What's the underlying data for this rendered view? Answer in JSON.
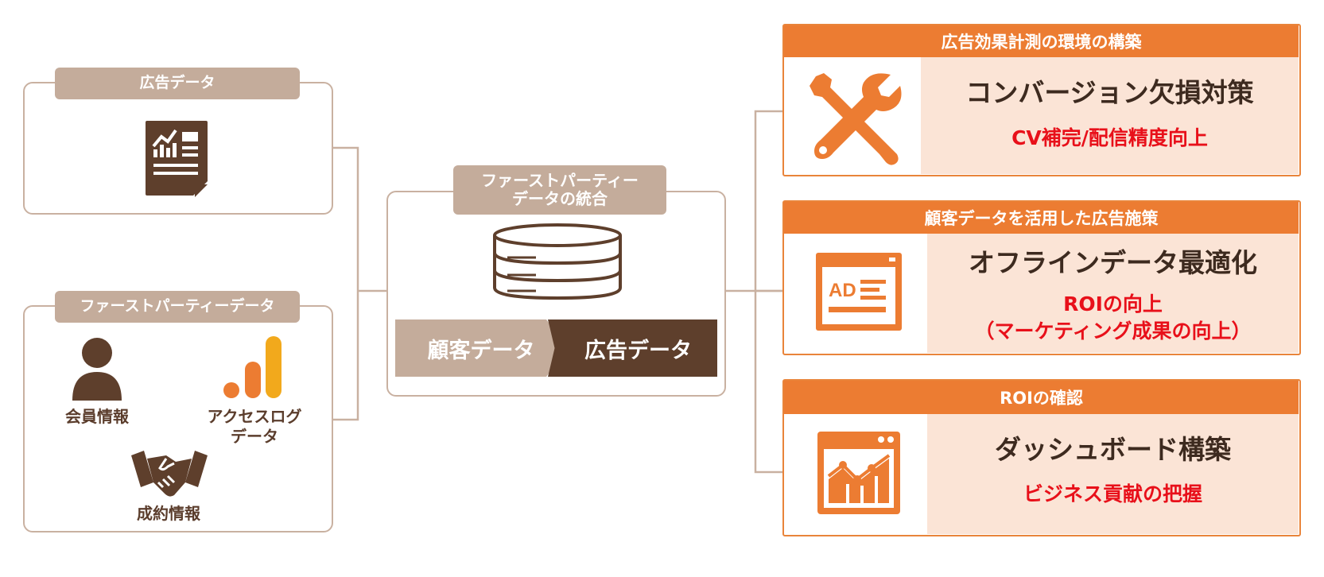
{
  "sources": {
    "ad_data": {
      "label": "広告データ",
      "icon": "report-document-icon"
    },
    "first_party": {
      "label": "ファーストパーティーデータ",
      "member": {
        "label": "会員情報",
        "icon": "person-icon"
      },
      "access_log": {
        "label_line1": "アクセスログ",
        "label_line2": "データ",
        "icon": "bar-chart-icon"
      },
      "contract": {
        "label": "成約情報",
        "icon": "handshake-icon"
      }
    }
  },
  "center": {
    "label_line1": "ファーストパーティー",
    "label_line2": "データの統合",
    "icon": "database-icon",
    "chevron_left": "顧客データ",
    "chevron_right": "広告データ"
  },
  "panels": [
    {
      "header": "広告効果計測の環境の構築",
      "title": "コンバージョン欠損対策",
      "sub_line1": "CV補完/配信精度向上",
      "sub_line2": "",
      "icon": "wrench-screwdriver-icon"
    },
    {
      "header": "顧客データを活用した広告施策",
      "title": "オフラインデータ最適化",
      "sub_line1": "ROIの向上",
      "sub_line2": "（マーケティング成果の向上）",
      "icon": "ad-window-icon"
    },
    {
      "header": "ROIの確認",
      "title": "ダッシュボード構築",
      "sub_line1": "ビジネス貢献の把握",
      "sub_line2": "",
      "icon": "dashboard-chart-icon"
    }
  ],
  "colors": {
    "brown_dark": "#5e3f2c",
    "brown_light": "#c4ac9b",
    "orange": "#ec7c32",
    "orange_light": "#fbe4d6",
    "red_text": "#e8101a"
  }
}
